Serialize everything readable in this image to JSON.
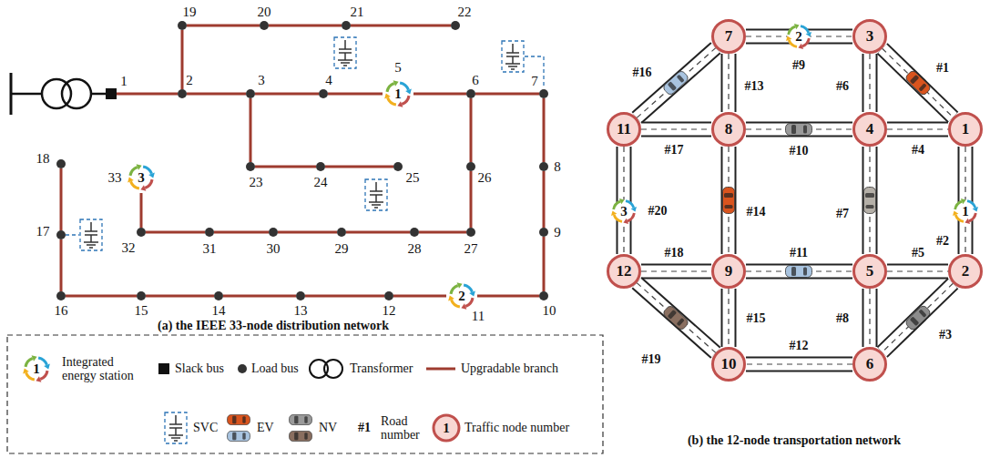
{
  "diagram": {
    "nodes": [
      {
        "text": [
          "1"
        ]
      },
      {
        "text": [
          "2"
        ]
      },
      {
        "text": [
          "3"
        ]
      },
      {
        "text": [
          "4"
        ]
      },
      {
        "text": [
          "5",
          "1"
        ]
      },
      {
        "text": [
          "6"
        ]
      },
      {
        "text": [
          "7"
        ]
      },
      {
        "text": [
          "8"
        ]
      },
      {
        "text": [
          "9"
        ]
      },
      {
        "text": [
          "10"
        ]
      },
      {
        "text": [
          "11",
          "2"
        ]
      },
      {
        "text": [
          "12"
        ]
      },
      {
        "text": [
          "13"
        ]
      },
      {
        "text": [
          "14"
        ]
      },
      {
        "text": [
          "15"
        ]
      },
      {
        "text": [
          "16"
        ]
      },
      {
        "text": [
          "17"
        ]
      },
      {
        "text": [
          "18"
        ]
      },
      {
        "text": [
          "19"
        ]
      },
      {
        "text": [
          "20"
        ]
      },
      {
        "text": [
          "21"
        ]
      },
      {
        "text": [
          "22"
        ]
      },
      {
        "text": [
          "23"
        ]
      },
      {
        "text": [
          "24"
        ]
      },
      {
        "text": [
          "25"
        ]
      },
      {
        "text": [
          "26"
        ]
      },
      {
        "text": [
          "27"
        ]
      },
      {
        "text": [
          "28"
        ]
      },
      {
        "text": [
          "29"
        ]
      },
      {
        "text": [
          "30"
        ]
      },
      {
        "text": [
          "31"
        ]
      },
      {
        "text": [
          "32"
        ]
      },
      {
        "text": [
          "33",
          "3"
        ]
      },
      {
        "text": [
          "1"
        ]
      },
      {
        "text": [
          "2"
        ]
      },
      {
        "text": [
          "3"
        ]
      },
      {
        "text": [
          "4"
        ]
      },
      {
        "text": [
          "5"
        ]
      },
      {
        "text": [
          "6"
        ]
      },
      {
        "text": [
          "7"
        ]
      },
      {
        "text": [
          "8"
        ]
      },
      {
        "text": [
          "9"
        ]
      },
      {
        "text": [
          "10"
        ]
      },
      {
        "text": [
          "11"
        ]
      },
      {
        "text": [
          "12"
        ]
      },
      {
        "text": [
          "2"
        ]
      },
      {
        "text": [
          "1"
        ]
      },
      {
        "text": [
          "3"
        ]
      }
    ],
    "edges": [
      {
        "from": 0,
        "to": 1,
        "arrow": "none"
      },
      {
        "from": 1,
        "to": 2,
        "arrow": "none"
      },
      {
        "from": 2,
        "to": 3,
        "arrow": "none"
      },
      {
        "from": 3,
        "to": 4,
        "arrow": "none"
      },
      {
        "from": 4,
        "to": 5,
        "arrow": "none"
      },
      {
        "from": 5,
        "to": 6,
        "arrow": "none"
      },
      {
        "from": 6,
        "to": 7,
        "arrow": "none"
      },
      {
        "from": 7,
        "to": 8,
        "arrow": "none"
      },
      {
        "from": 8,
        "to": 9,
        "arrow": "none"
      },
      {
        "from": 9,
        "to": 10,
        "arrow": "none"
      },
      {
        "from": 10,
        "to": 11,
        "arrow": "none"
      },
      {
        "from": 11,
        "to": 12,
        "arrow": "none"
      },
      {
        "from": 12,
        "to": 13,
        "arrow": "none"
      },
      {
        "from": 13,
        "to": 14,
        "arrow": "none"
      },
      {
        "from": 14,
        "to": 15,
        "arrow": "none"
      },
      {
        "from": 15,
        "to": 16,
        "arrow": "none"
      },
      {
        "from": 16,
        "to": 17,
        "arrow": "none"
      },
      {
        "from": 1,
        "to": 18,
        "arrow": "none"
      },
      {
        "from": 18,
        "to": 19,
        "arrow": "none"
      },
      {
        "from": 19,
        "to": 20,
        "arrow": "none"
      },
      {
        "from": 20,
        "to": 21,
        "arrow": "none"
      },
      {
        "from": 2,
        "to": 22,
        "arrow": "none"
      },
      {
        "from": 22,
        "to": 23,
        "arrow": "none"
      },
      {
        "from": 23,
        "to": 24,
        "arrow": "none"
      },
      {
        "from": 5,
        "to": 25,
        "arrow": "none"
      },
      {
        "from": 25,
        "to": 26,
        "arrow": "none"
      },
      {
        "from": 26,
        "to": 27,
        "arrow": "none"
      },
      {
        "from": 27,
        "to": 28,
        "arrow": "none"
      },
      {
        "from": 28,
        "to": 29,
        "arrow": "none"
      },
      {
        "from": 29,
        "to": 30,
        "arrow": "none"
      },
      {
        "from": 30,
        "to": 31,
        "arrow": "none"
      },
      {
        "from": 31,
        "to": 32,
        "arrow": "none"
      },
      {
        "from": 35,
        "to": 33,
        "arrow": "none",
        "label": "#1"
      },
      {
        "from": 33,
        "to": 34,
        "arrow": "none",
        "label": "#2"
      },
      {
        "from": 34,
        "to": 38,
        "arrow": "none",
        "label": "#3"
      },
      {
        "from": 36,
        "to": 33,
        "arrow": "none",
        "label": "#4"
      },
      {
        "from": 37,
        "to": 34,
        "arrow": "none",
        "label": "#5"
      },
      {
        "from": 35,
        "to": 36,
        "arrow": "none",
        "label": "#6"
      },
      {
        "from": 36,
        "to": 37,
        "arrow": "none",
        "label": "#7"
      },
      {
        "from": 37,
        "to": 38,
        "arrow": "none",
        "label": "#8"
      },
      {
        "from": 39,
        "to": 35,
        "arrow": "none",
        "label": "#9"
      },
      {
        "from": 40,
        "to": 36,
        "arrow": "none",
        "label": "#10"
      },
      {
        "from": 41,
        "to": 37,
        "arrow": "none",
        "label": "#11"
      },
      {
        "from": 38,
        "to": 42,
        "arrow": "none",
        "label": "#12"
      },
      {
        "from": 39,
        "to": 40,
        "arrow": "none",
        "label": "#13"
      },
      {
        "from": 40,
        "to": 41,
        "arrow": "none",
        "label": "#14"
      },
      {
        "from": 41,
        "to": 42,
        "arrow": "none",
        "label": "#15"
      },
      {
        "from": 43,
        "to": 39,
        "arrow": "none",
        "label": "#16"
      },
      {
        "from": 43,
        "to": 40,
        "arrow": "none",
        "label": "#17"
      },
      {
        "from": 44,
        "to": 41,
        "arrow": "none",
        "label": "#18"
      },
      {
        "from": 44,
        "to": 42,
        "arrow": "none",
        "label": "#19"
      },
      {
        "from": 43,
        "to": 44,
        "arrow": "none",
        "label": "#20"
      }
    ],
    "labels": [
      "(a) the IEEE 33-node distribution network",
      "(b) the 12-node transportation network",
      "1",
      "#1",
      "1"
    ],
    "legend": [
      {
        "text": "Integrated energy station"
      },
      {
        "text": "Slack bus"
      },
      {
        "text": "Load bus"
      },
      {
        "text": "Transformer"
      },
      {
        "text": "Upgradable branch"
      },
      {
        "text": "SVC"
      },
      {
        "text": "EV"
      },
      {
        "text": "NV"
      },
      {
        "text": "Road number"
      },
      {
        "text": "Traffic node number"
      }
    ]
  }
}
